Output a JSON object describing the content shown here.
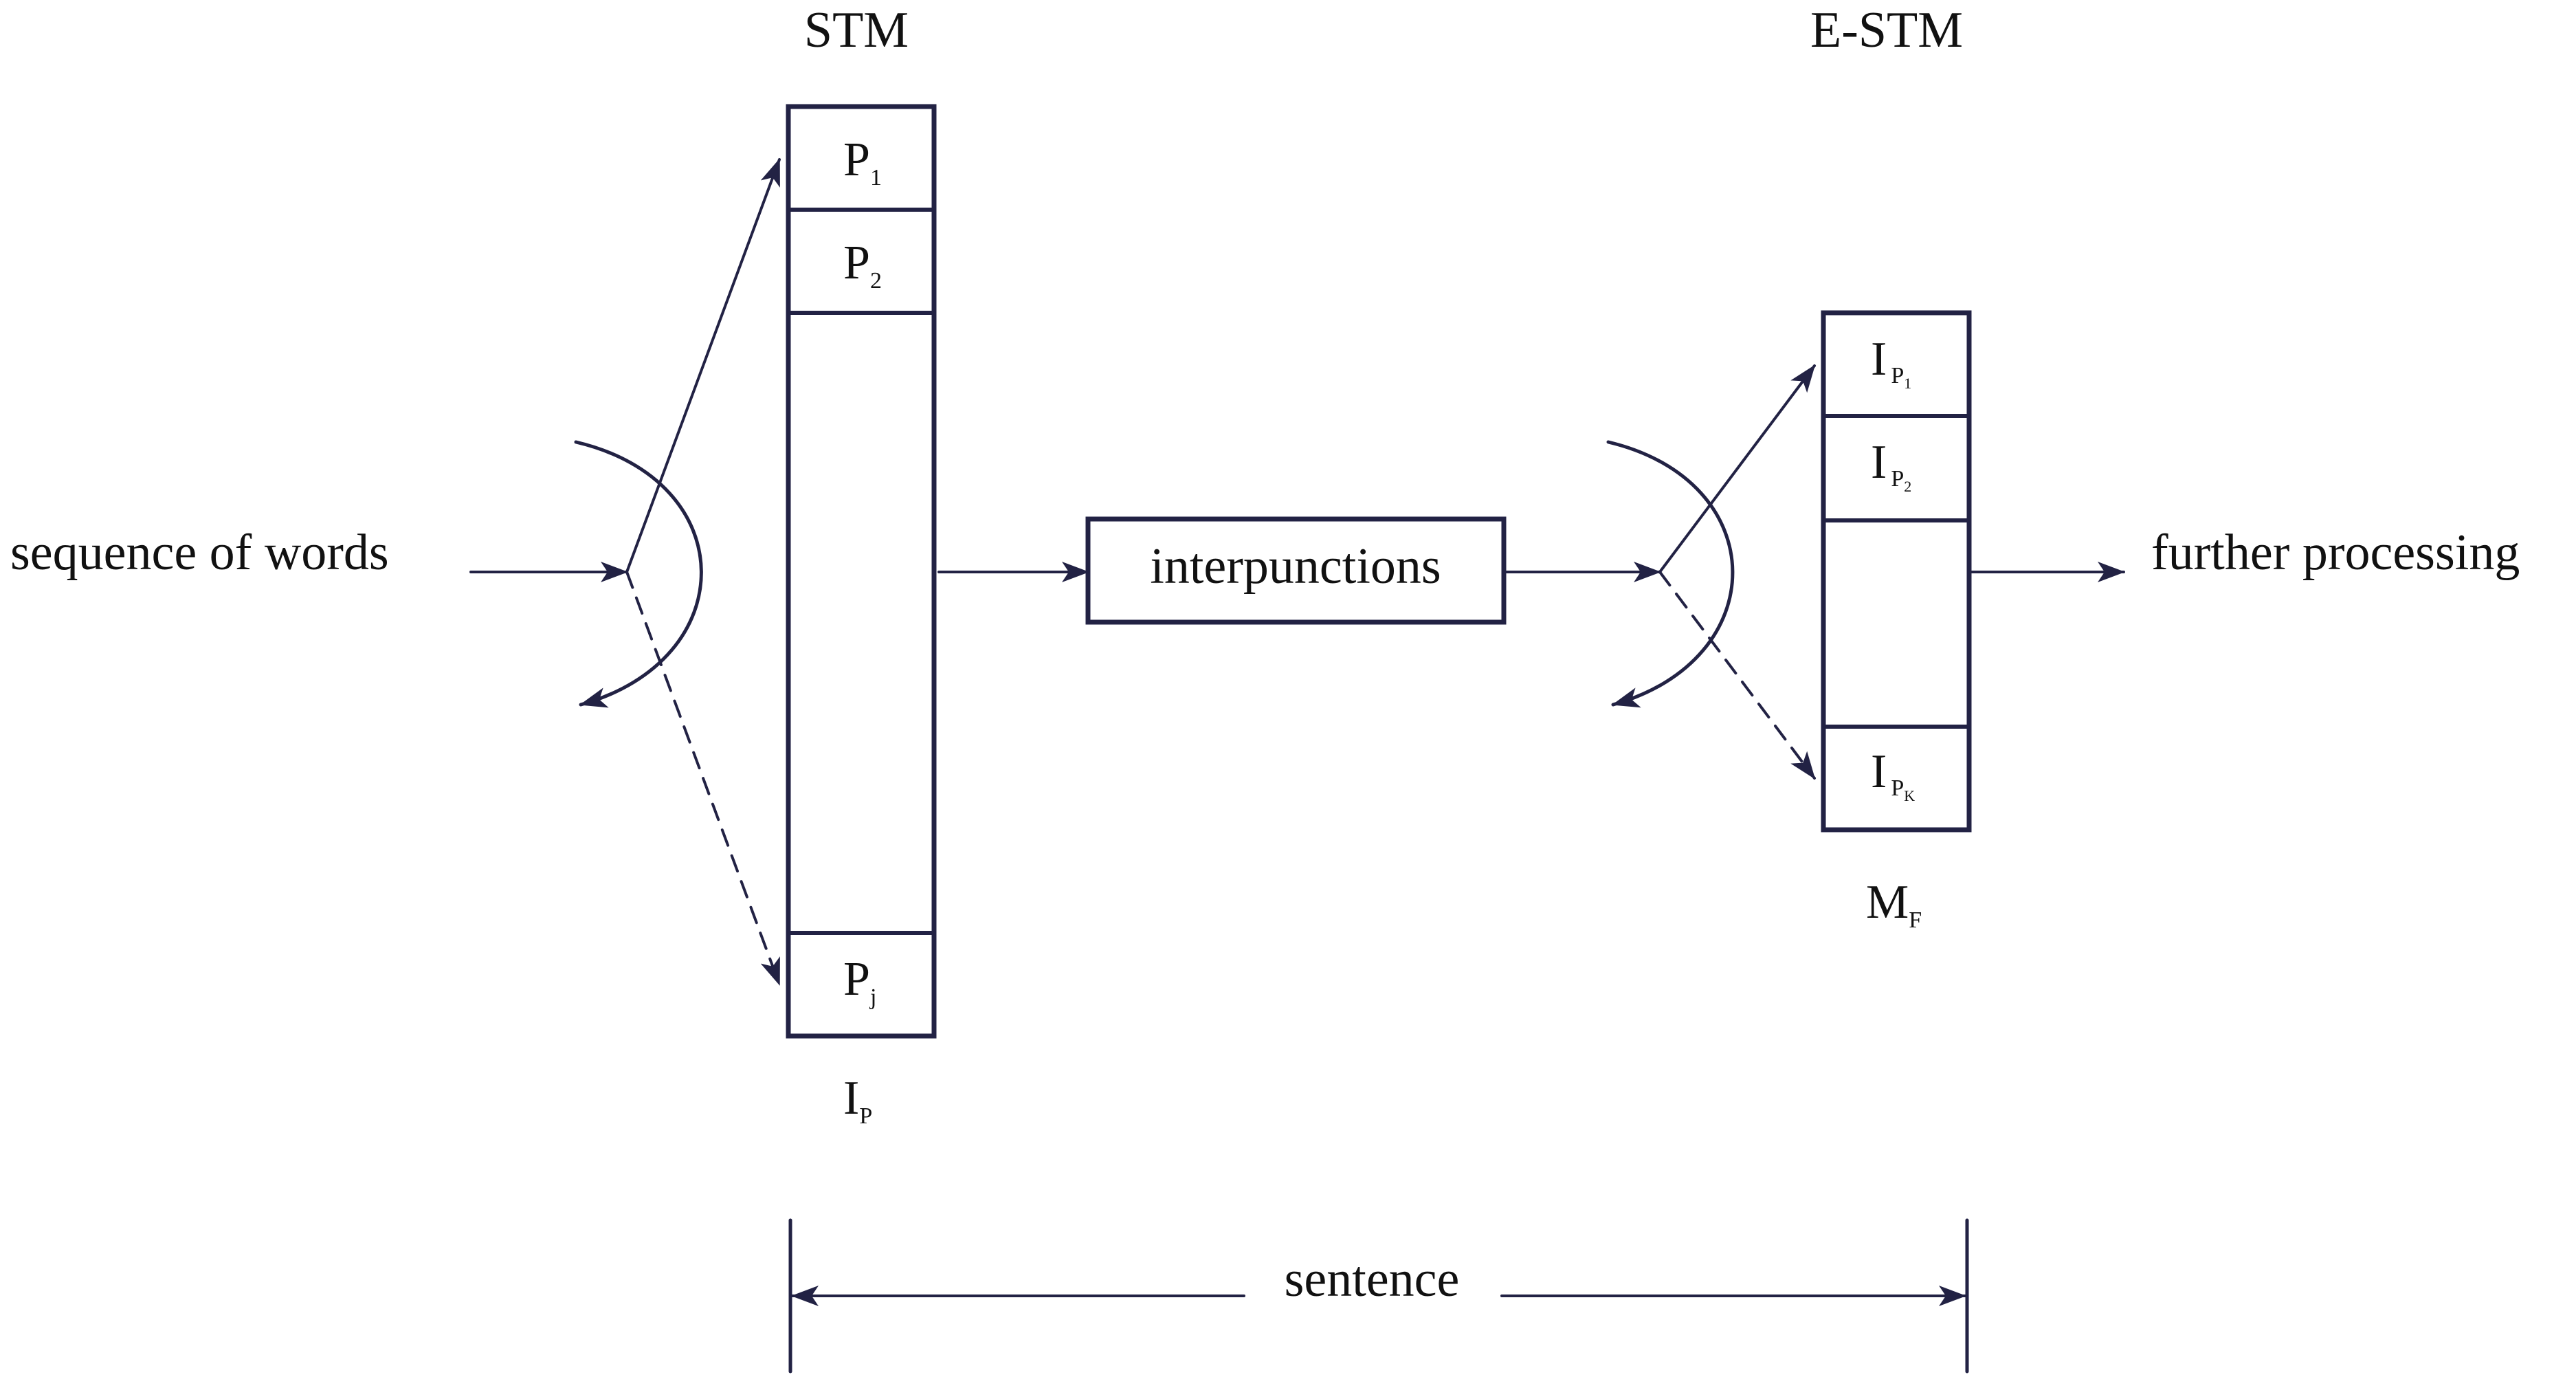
{
  "colors": {
    "stroke": "#222244",
    "text": "#111111",
    "background": "#ffffff"
  },
  "labels": {
    "stm": "STM",
    "estm": "E-STM",
    "sequence_of_words": "sequence of words",
    "interpunctions": "interpunctions",
    "further_processing": "further processing",
    "sentence": "sentence"
  },
  "stm_cells": {
    "p1": {
      "base": "P",
      "sub": "1"
    },
    "p2": {
      "base": "P",
      "sub": "2"
    },
    "pj": {
      "base": "P",
      "sub": "j"
    }
  },
  "stm_caption": {
    "base": "I",
    "sub": "P"
  },
  "estm_cells": {
    "ip1": {
      "base": "I",
      "sub": "P",
      "subsub": "1"
    },
    "ip2": {
      "base": "I",
      "sub": "P",
      "subsub": "2"
    },
    "ipk": {
      "base": "I",
      "sub": "P",
      "subsub": "K"
    }
  },
  "estm_caption": {
    "base": "M",
    "sub": "F"
  }
}
